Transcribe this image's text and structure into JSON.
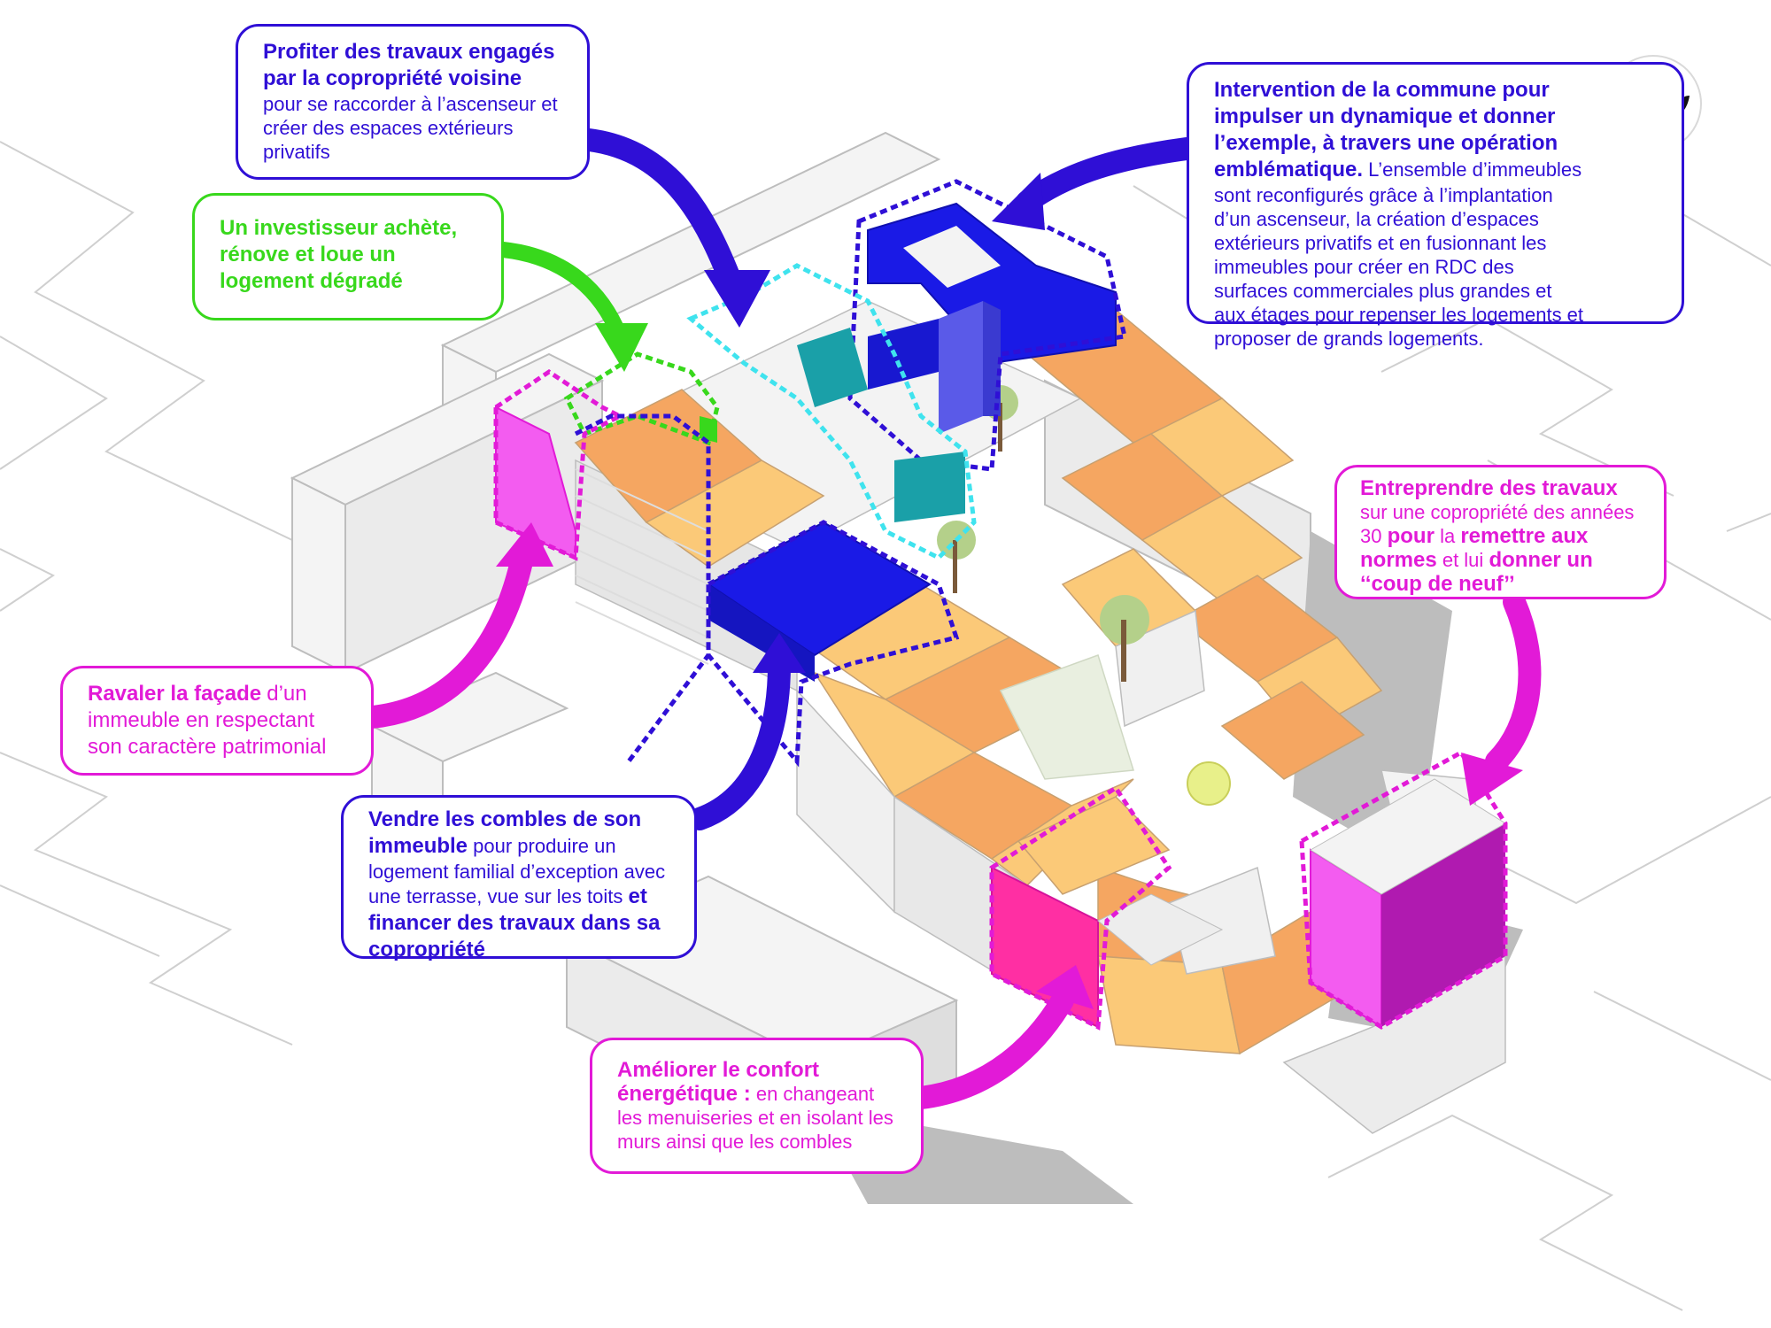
{
  "callouts": {
    "copro_voisine": {
      "lead": "Profiter des travaux engagés par la copropriété voisine",
      "body": "pour se raccorder à l’ascenseur et créer des espaces extérieurs privatifs"
    },
    "investisseur": {
      "lead": "Un investisseur achète, rénove et loue un logement dégradé"
    },
    "commune": {
      "lead": "Intervention de la commune pour impulser un dynamique et donner l’exemple, à travers une opération emblématique.",
      "body": "L’ensemble d’immeubles sont reconfigurés grâce à l’implantation d’un ascenseur, la création d’espaces extérieurs privatifs et en fusionnant les immeubles pour créer en RDC des surfaces commerciales plus grandes et aux étages pour repenser les logements et proposer de grands logements."
    },
    "entreprendre": {
      "lead": "Entreprendre des travaux",
      "t1": "sur une copropriété des années 30",
      "t2": "pour",
      "t3": "la",
      "t4": "remettre aux normes",
      "t5": "et lui",
      "t6": "donner un ‘‘coup de neuf’’"
    },
    "ravaler": {
      "lead": "Ravaler la façade",
      "body": "d’un immeuble en respectant son caractère patrimonial"
    },
    "combles": {
      "lead": "Vendre les combles de son immeuble",
      "body": "pour produire un logement familial d’exception avec une terrasse, vue sur les toits",
      "lead2": "et financer des travaux dans sa copropriété"
    },
    "energie": {
      "lead": "Améliorer le confort énergétique :",
      "body": "en changeant les menuiseries et en isolant les murs ainsi que les combles"
    }
  },
  "colors": {
    "blue": "#2f0fd6",
    "green": "#38d81c",
    "magenta": "#e21ad7",
    "cyan": "#3fe3ee",
    "roof_orange": "#f5a661",
    "roof_light": "#fbc978"
  },
  "icons": {
    "logo": "three-leaf-logo-icon",
    "arrows": "curved-arrow-icon"
  }
}
